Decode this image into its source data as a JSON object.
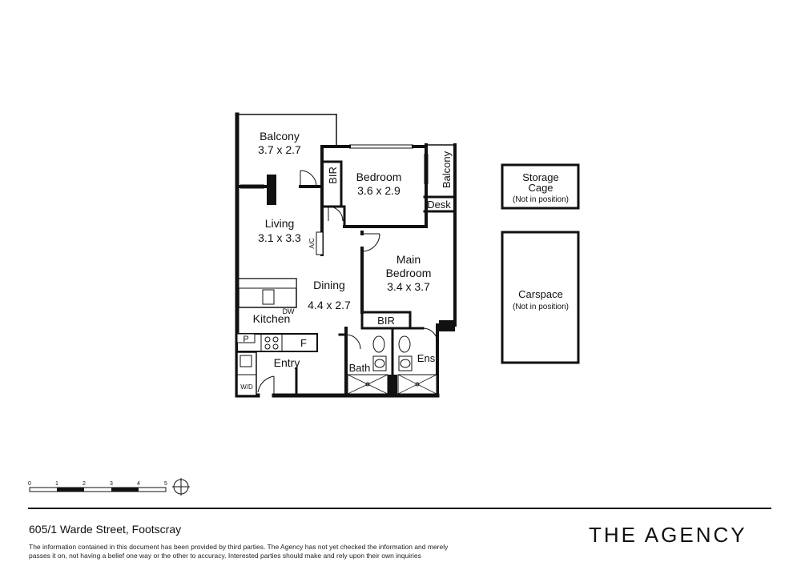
{
  "rooms": {
    "balcony_top": {
      "name": "Balcony",
      "size": "3.7 x 2.7"
    },
    "bedroom": {
      "name": "Bedroom",
      "size": "3.6 x 2.9"
    },
    "balcony_side": {
      "name": "Balcony"
    },
    "bir_bedroom": {
      "name": "BIR"
    },
    "desk": {
      "name": "Desk"
    },
    "living": {
      "name": "Living",
      "size": "3.1 x 3.3"
    },
    "ac": {
      "name": "A/C"
    },
    "dining": {
      "name": "Dining",
      "size": "4.4 x 2.7"
    },
    "main_bedroom": {
      "name_line1": "Main",
      "name_line2": "Bedroom",
      "size": "3.4 x 3.7"
    },
    "kitchen": {
      "name": "Kitchen"
    },
    "dw": {
      "name": "DW"
    },
    "bir_main": {
      "name": "BIR"
    },
    "pantry": {
      "name": "P"
    },
    "fridge": {
      "name": "F"
    },
    "entry": {
      "name": "Entry"
    },
    "wd": {
      "name": "W/D"
    },
    "bath": {
      "name": "Bath"
    },
    "ensuite": {
      "name": "Ens"
    },
    "storage": {
      "name_line1": "Storage",
      "name_line2": "Cage",
      "note": "(Not in position)"
    },
    "carspace": {
      "name": "Carspace",
      "note": "(Not in position)"
    }
  },
  "scale_bar": {
    "ticks": [
      "0",
      "1",
      "2",
      "3",
      "4",
      "5"
    ]
  },
  "footer": {
    "address": "605/1 Warde Street, Footscray",
    "disclaimer_line1": "The information contained in this document has been provided by third parties. The Agency has not yet checked the information and merely",
    "disclaimer_line2": "passes it on, not having a belief one way or the other to accuracy. Interested parties should make and rely upon their own inquiries",
    "brand": "THE AGENCY"
  }
}
